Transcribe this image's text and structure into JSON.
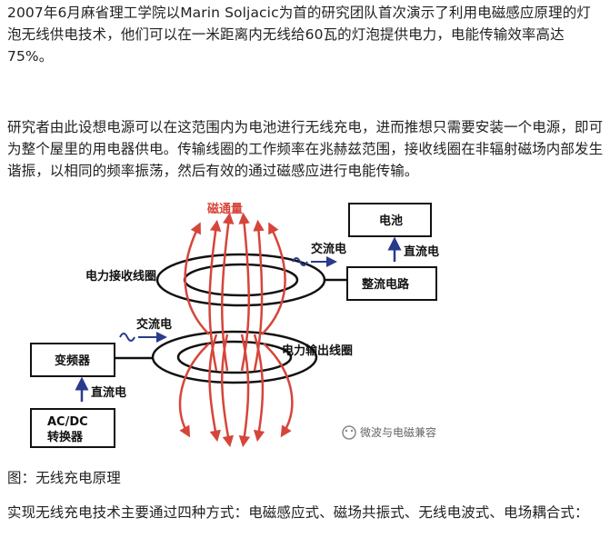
{
  "paragraphs": {
    "p1": "2007年6月麻省理工学院以Marin Soljacic为首的研究团队首次演示了利用电磁感应原理的灯泡无线供电技术，他们可以在一米距离内无线给60瓦的灯泡提供电力，电能传输效率高达75%。",
    "p2": "研究者由此设想电源可以在这范围内为电池进行无线充电，进而推想只需要安装一个电源，即可为整个屋里的用电器供电。传输线圈的工作频率在兆赫兹范围，接收线圈在非辐射磁场内部发生谐振，以相同的频率振荡，然后有效的通过磁感应进行电能传输。",
    "caption": "图：无线充电原理",
    "p4": "实现无线充电技术主要通过四种方式：电磁感应式、磁场共振式、无线电波式、电场耦合式："
  },
  "diagram": {
    "magnetic_flux": "磁通量",
    "battery": "电池",
    "rectifier": "整流电路",
    "receive_coil": "电力接收线圈",
    "transmit_coil": "电力输出线圈",
    "inverter": "变频器",
    "acdc_line1": "AC/DC",
    "acdc_line2": "转换器",
    "ac_top": "交流电",
    "ac_bottom": "交流电",
    "dc_right": "直流电",
    "dc_left": "直流电",
    "watermark": "微波与电磁兼容",
    "colors": {
      "flux": "#d6453a",
      "arrow": "#2a3a8c",
      "box": "#111111"
    }
  }
}
